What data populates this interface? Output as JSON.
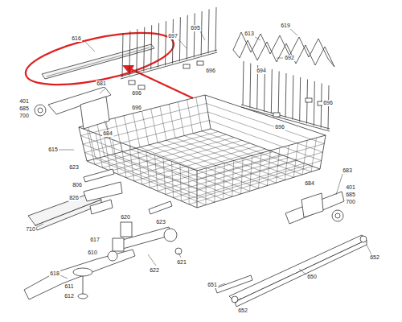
{
  "diagram": {
    "labels": [
      "616",
      "697",
      "695",
      "613",
      "619",
      "692",
      "696",
      "696",
      "696",
      "694",
      "696",
      "681",
      "401",
      "685",
      "700",
      "684",
      "696",
      "615",
      "683",
      "623",
      "806",
      "826",
      "684",
      "401",
      "685",
      "700",
      "710",
      "620",
      "617",
      "623",
      "610",
      "621",
      "622",
      "618",
      "611",
      "612",
      "651",
      "650",
      "652",
      "652"
    ]
  }
}
